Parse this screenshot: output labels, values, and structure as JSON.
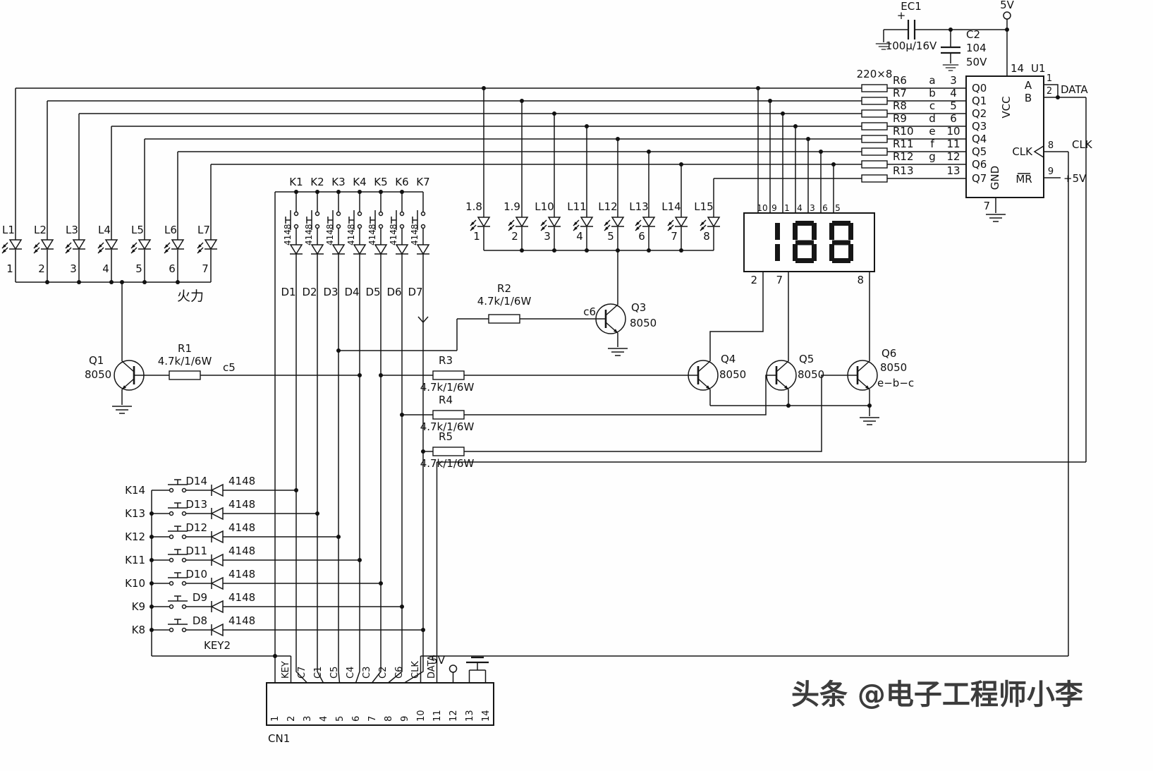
{
  "watermark": "头条 @电子工程师小李",
  "key2": "KEY2",
  "power_top": {
    "v5": "5V",
    "ec1": {
      "name": "EC1",
      "plus": "+",
      "value": "100µ/16V"
    },
    "c2": {
      "name": "C2",
      "value": "104",
      "voltage": "50V"
    }
  },
  "ic": {
    "ref": "U1",
    "pin14": "14",
    "pin7": "7",
    "vcc": "VCC",
    "gnd": "GND",
    "a": "A",
    "b": "B",
    "pin1": "1",
    "pin2": "2",
    "data": "DATA",
    "clk_inner": "CLK",
    "pin8": "8",
    "clk": "CLK",
    "mr": "MR",
    "pin9": "9",
    "plus5v": "+5V",
    "network_label": "220×8",
    "rows": [
      {
        "r": "R6",
        "seg": "a",
        "pin": "3",
        "q": "Q0"
      },
      {
        "r": "R7",
        "seg": "b",
        "pin": "4",
        "q": "Q1"
      },
      {
        "r": "R8",
        "seg": "c",
        "pin": "5",
        "q": "Q2"
      },
      {
        "r": "R9",
        "seg": "d",
        "pin": "6",
        "q": "Q3"
      },
      {
        "r": "R10",
        "seg": "e",
        "pin": "10",
        "q": "Q4"
      },
      {
        "r": "R11",
        "seg": "f",
        "pin": "11",
        "q": "Q5"
      },
      {
        "r": "R12",
        "seg": "g",
        "pin": "12",
        "q": "Q6"
      },
      {
        "r": "R13",
        "seg": "",
        "pin": "13",
        "q": "Q7"
      }
    ]
  },
  "left_leds": {
    "label": "火力",
    "items": [
      {
        "name": "L1",
        "num": "1"
      },
      {
        "name": "L2",
        "num": "2"
      },
      {
        "name": "L3",
        "num": "3"
      },
      {
        "name": "L4",
        "num": "4"
      },
      {
        "name": "L5",
        "num": "5"
      },
      {
        "name": "L6",
        "num": "6"
      },
      {
        "name": "L7",
        "num": "7"
      }
    ]
  },
  "mid_leds": [
    {
      "name": "1.8",
      "num": "1"
    },
    {
      "name": "1.9",
      "num": "2"
    },
    {
      "name": "L10",
      "num": "3"
    },
    {
      "name": "L11",
      "num": "4"
    },
    {
      "name": "L12",
      "num": "5"
    },
    {
      "name": "L13",
      "num": "6"
    },
    {
      "name": "L14",
      "num": "7"
    },
    {
      "name": "L15",
      "num": "8"
    }
  ],
  "top_keys": [
    {
      "key": "K1",
      "diode": "D1",
      "part": "4148"
    },
    {
      "key": "K2",
      "diode": "D2",
      "part": "4148"
    },
    {
      "key": "K3",
      "diode": "D3",
      "part": "4148"
    },
    {
      "key": "K4",
      "diode": "D4",
      "part": "4148"
    },
    {
      "key": "K5",
      "diode": "D5",
      "part": "4148"
    },
    {
      "key": "K6",
      "diode": "D6",
      "part": "4148"
    },
    {
      "key": "K7",
      "diode": "D7",
      "part": "4148"
    }
  ],
  "bottom_keys": [
    {
      "key": "K14",
      "diode": "D14",
      "part": "4148"
    },
    {
      "key": "K13",
      "diode": "D13",
      "part": "4148"
    },
    {
      "key": "K12",
      "diode": "D12",
      "part": "4148"
    },
    {
      "key": "K11",
      "diode": "D11",
      "part": "4148"
    },
    {
      "key": "K10",
      "diode": "D10",
      "part": "4148"
    },
    {
      "key": "K9",
      "diode": "D9",
      "part": "4148"
    },
    {
      "key": "K8",
      "diode": "D8",
      "part": "4148"
    }
  ],
  "transistors": {
    "q1": {
      "ref": "Q1",
      "part": "8050"
    },
    "q3": {
      "ref": "Q3",
      "part": "8050",
      "node": "c6"
    },
    "q4": {
      "ref": "Q4",
      "part": "8050"
    },
    "q5": {
      "ref": "Q5",
      "part": "8050"
    },
    "q6": {
      "ref": "Q6",
      "part": "8050",
      "pins": "e−b−c"
    }
  },
  "resistors": {
    "r1": {
      "ref": "R1",
      "value": "4.7k/1/6W",
      "node": "c5"
    },
    "r2": {
      "ref": "R2",
      "value": "4.7k/1/6W"
    },
    "r3": {
      "ref": "R3",
      "value": "4.7k/1/6W"
    },
    "r4": {
      "ref": "R4",
      "value": "4.7k/1/6W"
    },
    "r5": {
      "ref": "R5",
      "value": "4.7k/1/6W"
    }
  },
  "display": {
    "value": "188",
    "top_pins": [
      "10",
      "9",
      "1",
      "4",
      "3",
      "6",
      "5"
    ],
    "bottom_pins": [
      "2",
      "7",
      "8"
    ]
  },
  "cn1": {
    "ref": "CN1",
    "pins": [
      "1",
      "2",
      "3",
      "4",
      "5",
      "6",
      "7",
      "8",
      "9",
      "10",
      "11",
      "12",
      "13",
      "14"
    ],
    "signals": [
      "KEY",
      "C7",
      "C1",
      "C5",
      "C4",
      "C3",
      "C2",
      "C6",
      "CLK",
      "DATA"
    ],
    "v5": "5V"
  }
}
